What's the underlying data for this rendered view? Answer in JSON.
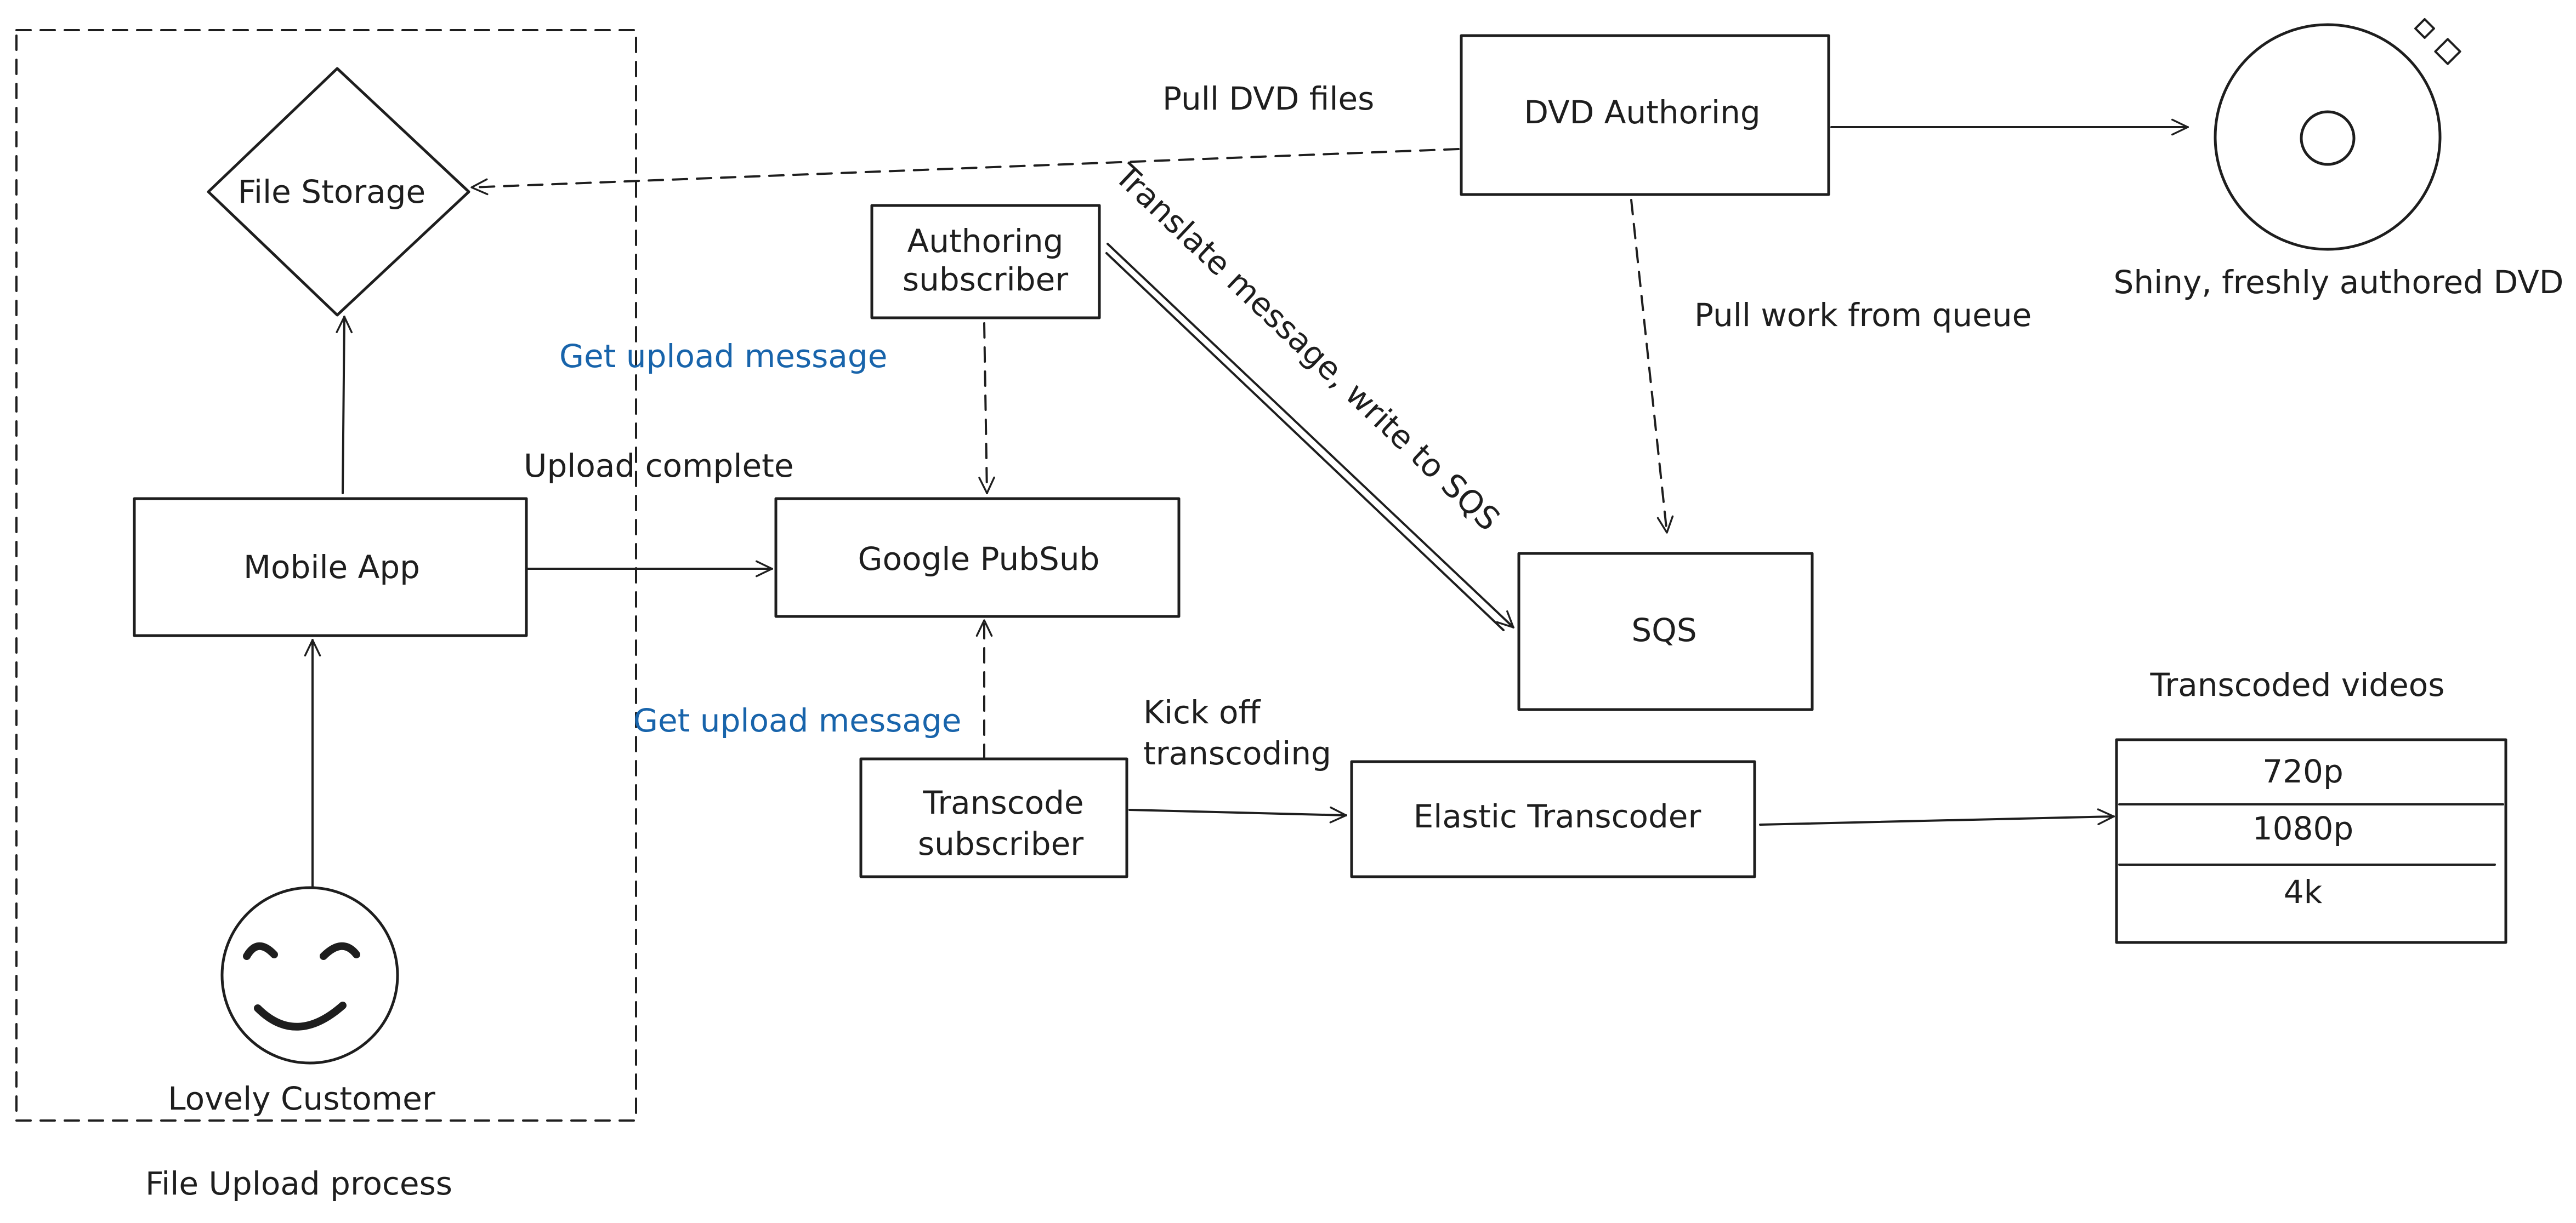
{
  "diagram": {
    "group_label": "File Upload process",
    "nodes": {
      "file_storage": "File Storage",
      "mobile_app": "Mobile App",
      "customer": "Lovely Customer",
      "authoring_subscriber_line1": "Authoring",
      "authoring_subscriber_line2": "subscriber",
      "google_pubsub": "Google PubSub",
      "transcode_subscriber_line1": "Transcode",
      "transcode_subscriber_line2": "subscriber",
      "dvd_authoring": "DVD Authoring",
      "sqs": "SQS",
      "elastic_transcoder": "Elastic Transcoder",
      "dvd_caption": "Shiny, freshly authored DVD",
      "videos_caption": "Transcoded videos"
    },
    "videos": [
      "720p",
      "1080p",
      "4k"
    ],
    "edges": {
      "upload_complete": "Upload complete",
      "get_upload_message_top": "Get upload message",
      "get_upload_message_bottom": "Get upload message",
      "pull_dvd_files": "Pull DVD files",
      "translate_message": "Translate message, write to SQS",
      "pull_work": "Pull work from queue",
      "kick_off_line1": "Kick off",
      "kick_off_line2": "transcoding"
    },
    "colors": {
      "stroke": "#1e1e1e",
      "blue_label": "#1864ab",
      "background": "#ffffff"
    }
  }
}
